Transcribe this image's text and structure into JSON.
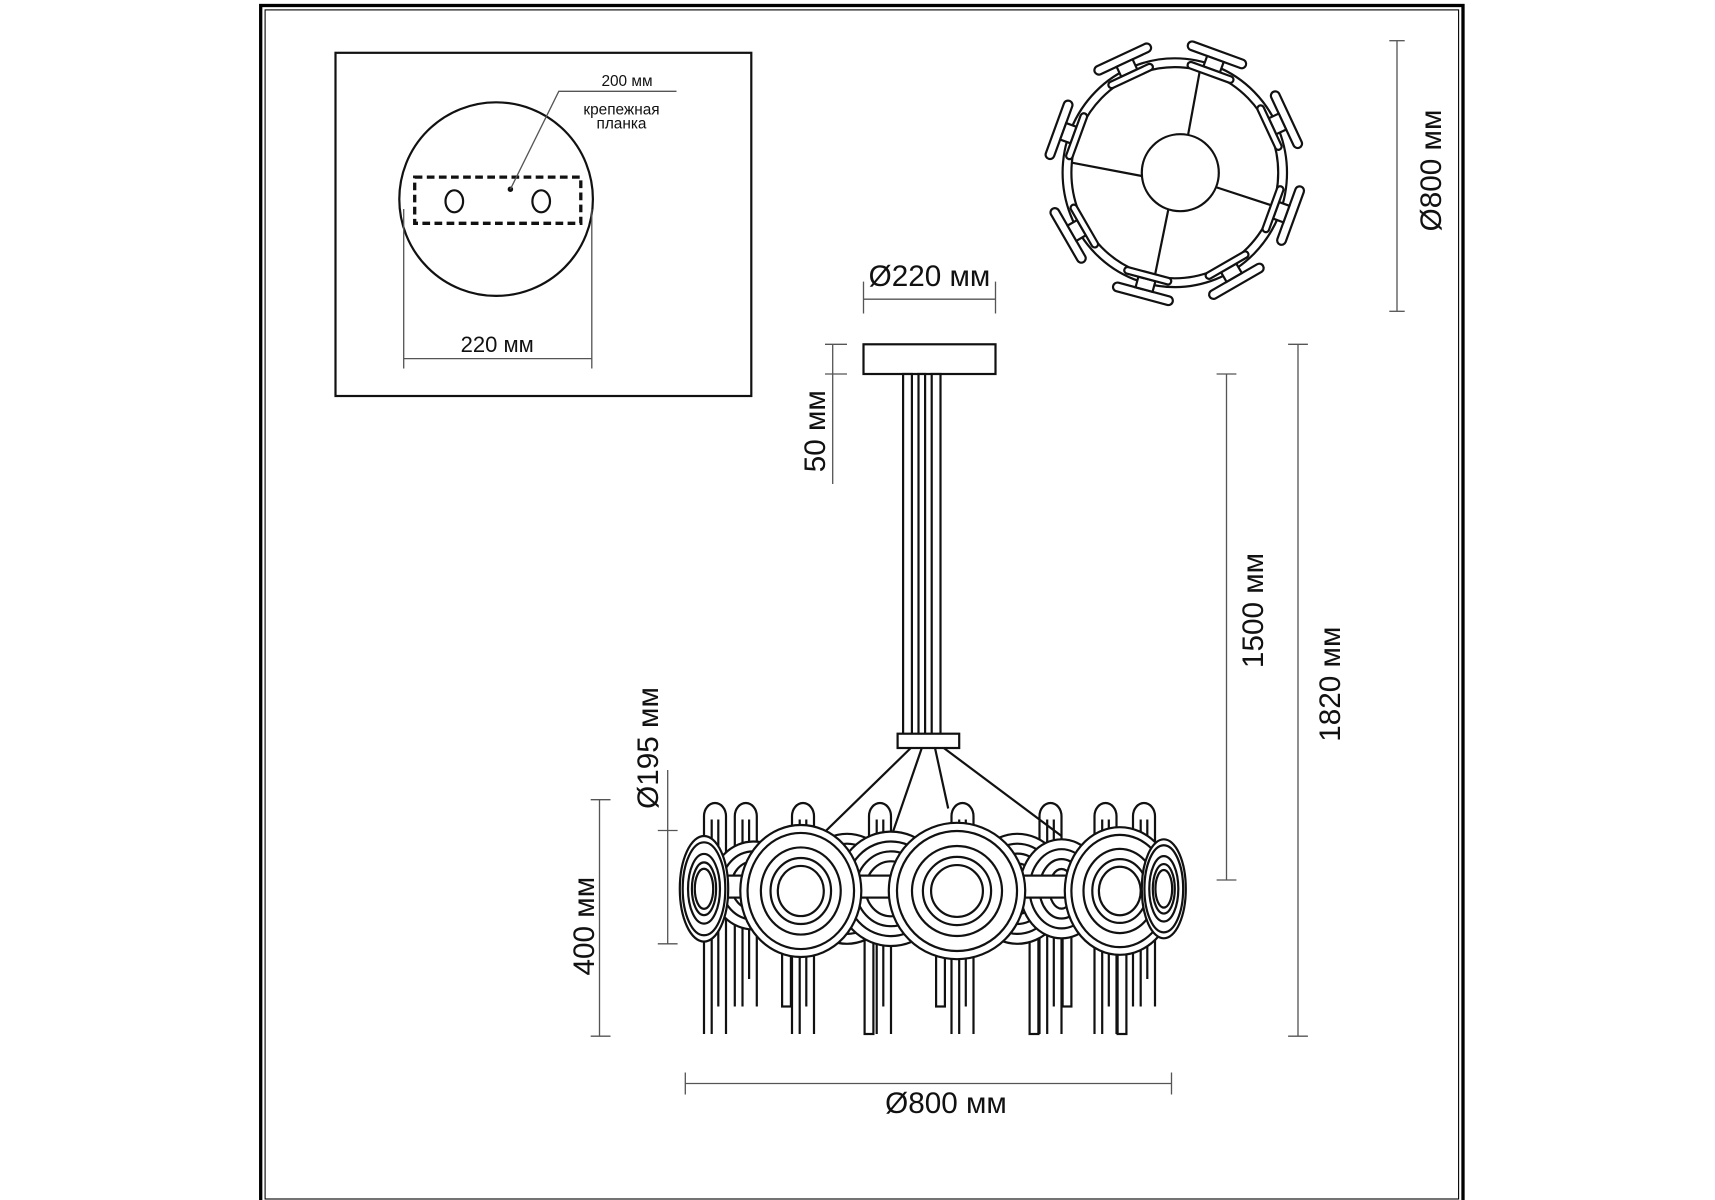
{
  "inset": {
    "bracket_width": "200 мм",
    "bracket_label_line1": "крепежная",
    "bracket_label_line2": "планка",
    "canopy_width": "220 мм"
  },
  "top_view": {
    "diameter": "Ø800 мм"
  },
  "side_view": {
    "canopy_diameter": "Ø220 мм",
    "canopy_height": "50 мм",
    "length_rod": "1500 мм",
    "total_height": "1820 мм",
    "collar_diameter": "Ø195 мм",
    "body_height": "400 мм",
    "body_diameter": "Ø800 мм"
  }
}
